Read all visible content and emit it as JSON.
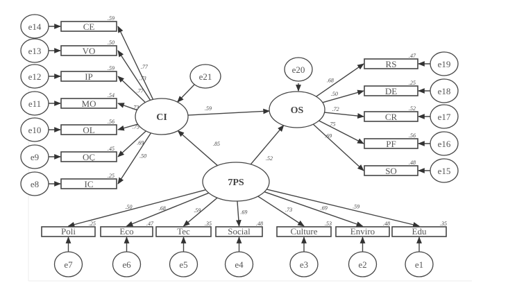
{
  "latents": {
    "CI": {
      "label": "CI",
      "error": "e21"
    },
    "OS": {
      "label": "OS",
      "error": "e20"
    },
    "PS": {
      "label": "7PS"
    }
  },
  "paths": [
    {
      "from": "CI",
      "to": "OS",
      "coef": ".59"
    },
    {
      "from": "7PS",
      "to": "CI",
      "coef": ".85"
    },
    {
      "from": "7PS",
      "to": "OS",
      "coef": ".52"
    }
  ],
  "ci_indicators": [
    {
      "label": "CE",
      "error": "e14",
      "loading": ".77",
      "r2": ".59"
    },
    {
      "label": "VO",
      "error": "e13",
      "loading": ".73",
      "r2": ".50"
    },
    {
      "label": "IP",
      "error": "e12",
      "loading": ".77",
      "r2": ".59"
    },
    {
      "label": "MO",
      "error": "e11",
      "loading": ".73",
      "r2": ".54"
    },
    {
      "label": "OL",
      "error": "e10",
      "loading": ".75",
      "r2": ".56"
    },
    {
      "label": "OÇ",
      "error": "e9",
      "loading": ".69",
      "r2": ".45"
    },
    {
      "label": "IC",
      "error": "e8",
      "loading": ".50",
      "r2": ".25"
    }
  ],
  "os_indicators": [
    {
      "label": "RS",
      "error": "e19",
      "loading": ".68",
      "r2": ".47"
    },
    {
      "label": "DE",
      "error": "e18",
      "loading": ".50",
      "r2": ".25"
    },
    {
      "label": "CR",
      "error": "e17",
      "loading": ".72",
      "r2": ".52"
    },
    {
      "label": "PF",
      "error": "e16",
      "loading": ".75",
      "r2": ".56"
    },
    {
      "label": "SO",
      "error": "e15",
      "loading": ".69",
      "r2": ".48"
    }
  ],
  "ps_indicators": [
    {
      "label": "Poli",
      "error": "e7",
      "loading": ".50",
      "r2": ".25"
    },
    {
      "label": "Eco",
      "error": "e6",
      "loading": ".68",
      "r2": ".47"
    },
    {
      "label": "Tec",
      "error": "e5",
      "loading": ".59",
      "r2": ".35"
    },
    {
      "label": "Social",
      "error": "e4",
      "loading": ".69",
      "r2": ".48"
    },
    {
      "label": "Culture",
      "error": "e3",
      "loading": ".73",
      "r2": ".53"
    },
    {
      "label": "Enviro",
      "error": "e2",
      "loading": ".69",
      "r2": ".48"
    },
    {
      "label": "Edu",
      "error": "e1",
      "loading": ".59",
      "r2": ".35"
    }
  ],
  "colors": {
    "stroke": "#444444",
    "text": "#555555"
  }
}
